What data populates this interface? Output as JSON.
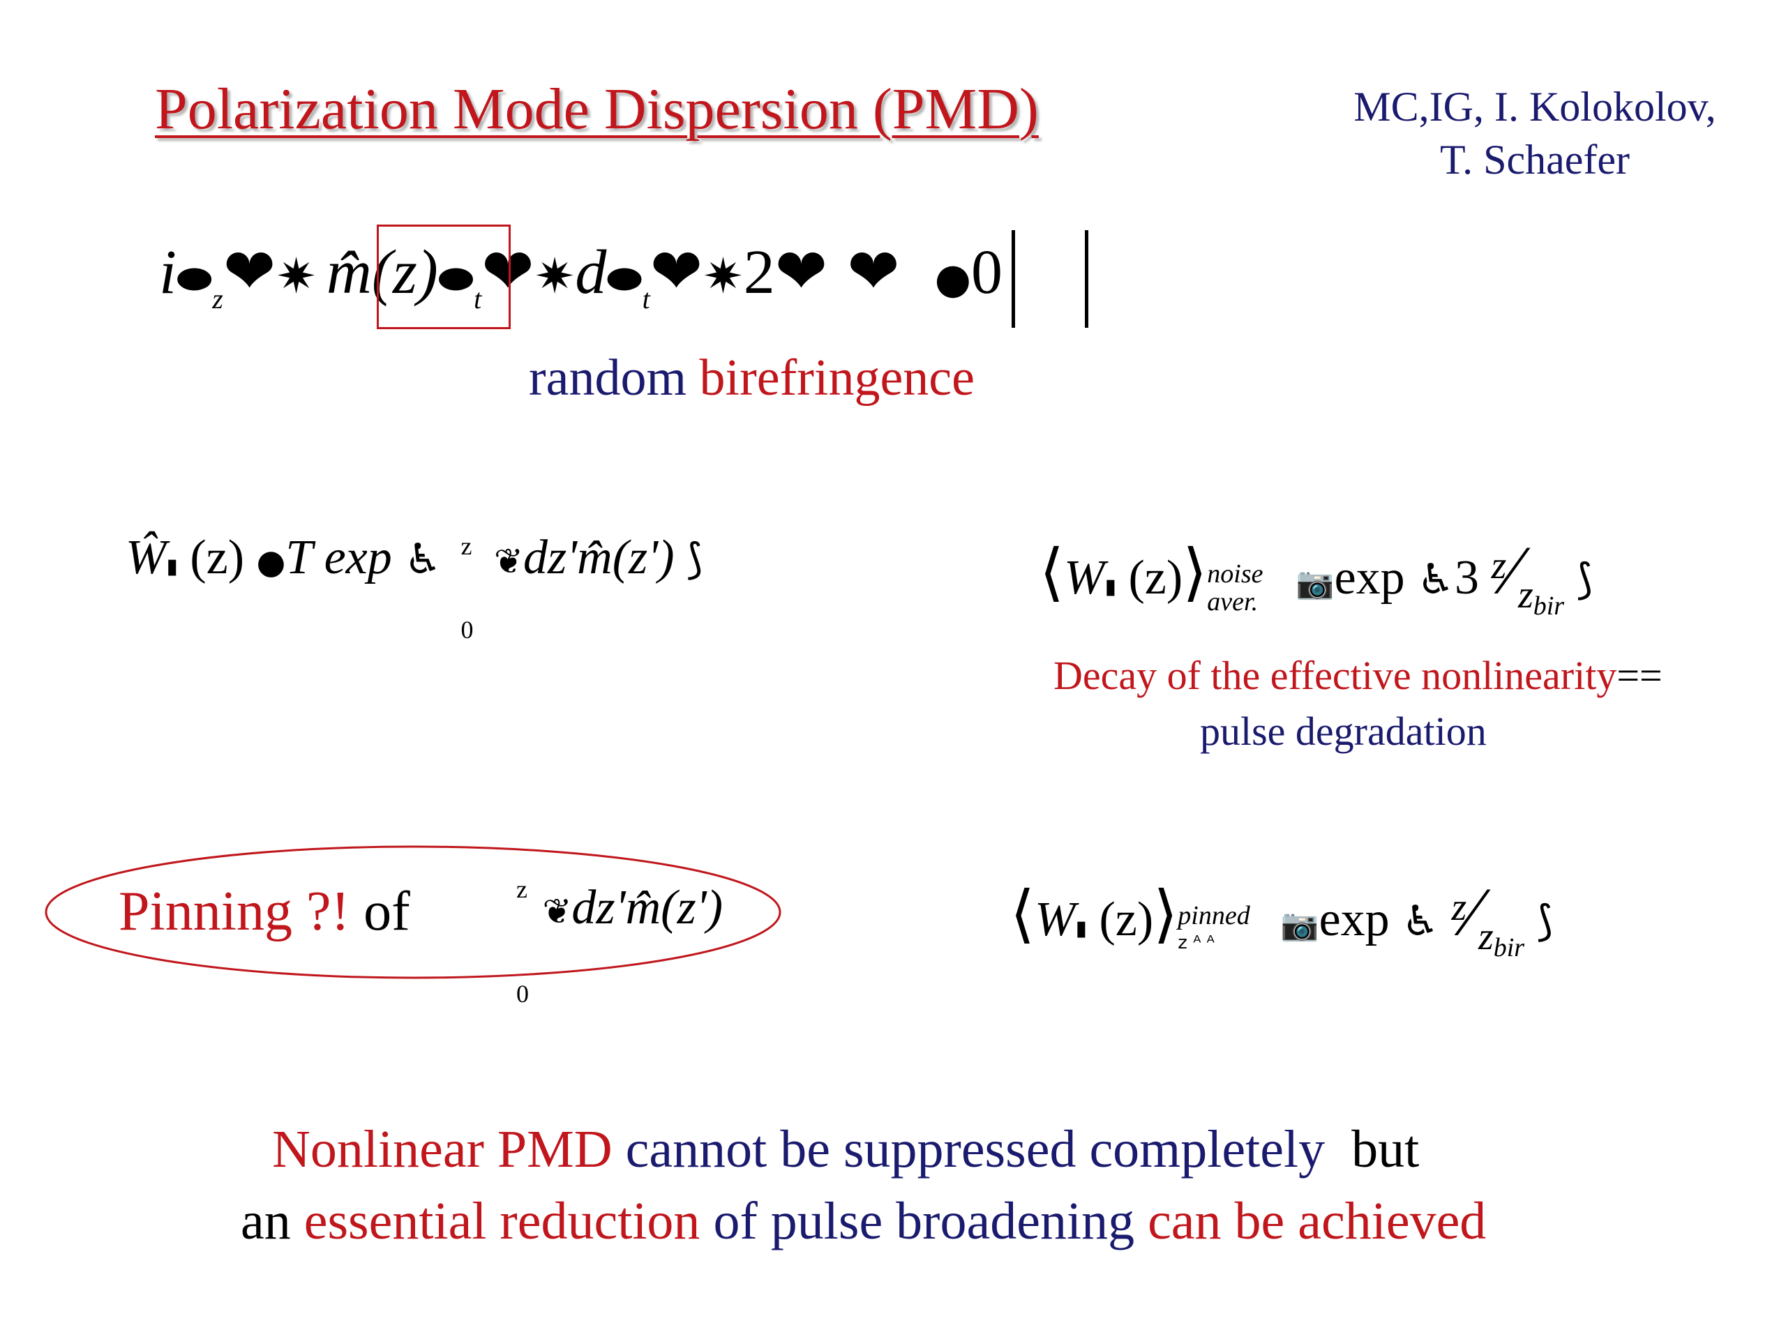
{
  "title": "Polarization Mode Dispersion  (PMD)",
  "authors": {
    "line1": "MC,IG, I. Kolokolov,",
    "line2": "T. Schaefer"
  },
  "equation1": {
    "lead": "i",
    "sub_z": "z",
    "boxed": "m̂(z)",
    "sub_t1": "t",
    "d": "d",
    "sub_t2": "t",
    "two": "2",
    "zero": "0"
  },
  "random_birefringence": {
    "part1": "random",
    "part2": "birefringence"
  },
  "equation2": {
    "W": "Ŵ",
    "arg": "(z)",
    "T_exp": "T exp",
    "upper": "z",
    "lower": "0",
    "integrand": "dz'm̂(z')"
  },
  "equation3": {
    "W": "W",
    "arg": "(z)",
    "sub_noise": "noise",
    "sub_aver": "aver.",
    "exp": "exp",
    "three": "3",
    "z": "z",
    "zbir": "z",
    "bir": "bir"
  },
  "decay": {
    "red": "Decay of the effective nonlinearity",
    "eq": "=="
  },
  "pulse_degradation": "pulse degradation",
  "pinning": {
    "red": "Pinning ?!",
    "of": "of",
    "upper": "z",
    "lower": "0",
    "integrand": "dz'm̂(z')"
  },
  "equation4": {
    "W": "W",
    "arg": "(z)",
    "sub_pinned": "pinned",
    "exp": "exp",
    "z": "z",
    "zbir": "z",
    "bir": "bir"
  },
  "conclusion": {
    "l1_red": "Nonlinear PMD",
    "l1_blue": "cannot be suppressed completely",
    "l1_black": "but",
    "l2_black": "an",
    "l2_red1": "essential reduction",
    "l2_blue1": "of",
    "l2_blue2": "pulse broadening",
    "l2_red2": "can be achieved"
  },
  "colors": {
    "red": "#c0161c",
    "blue": "#1a1a6e"
  }
}
